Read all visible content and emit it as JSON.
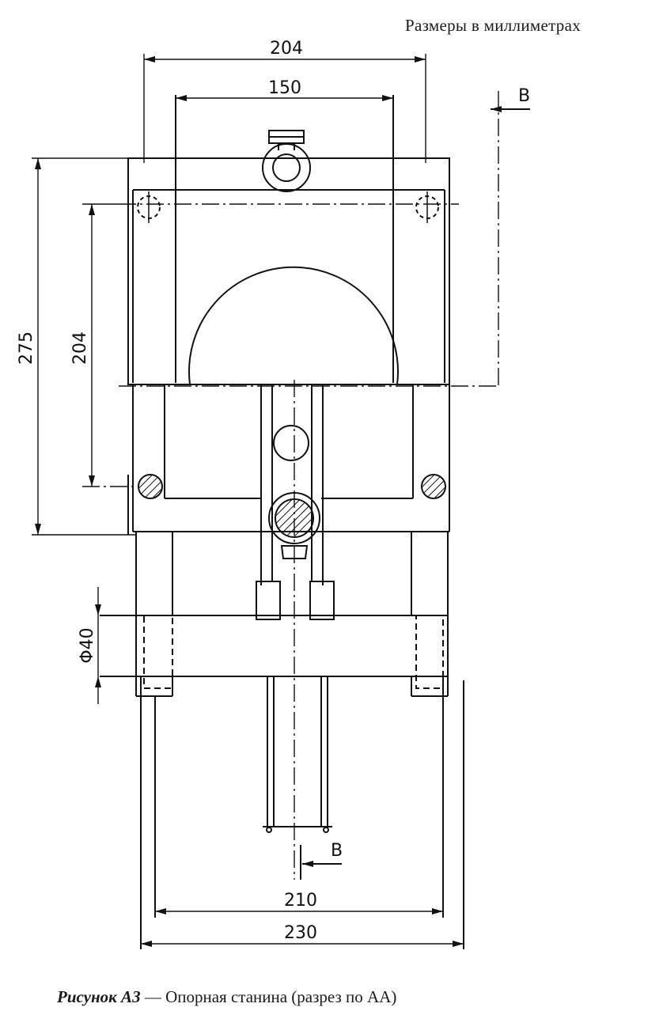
{
  "header": {
    "units_note": "Размеры в миллиметрах"
  },
  "dimensions": {
    "outer_top_width": "204",
    "inner_top_width": "150",
    "overall_height": "275",
    "upper_height": "204",
    "bar_diameter": "Φ40",
    "inner_bottom_width": "210",
    "outer_bottom_width": "230"
  },
  "section_marks": {
    "top": "B",
    "bottom": "B"
  },
  "caption": {
    "label": "Рисунок А3",
    "dash": "—",
    "text": "Опорная станина (разрез по АА)"
  },
  "colors": {
    "ink": "#111111",
    "paper": "#ffffff"
  }
}
